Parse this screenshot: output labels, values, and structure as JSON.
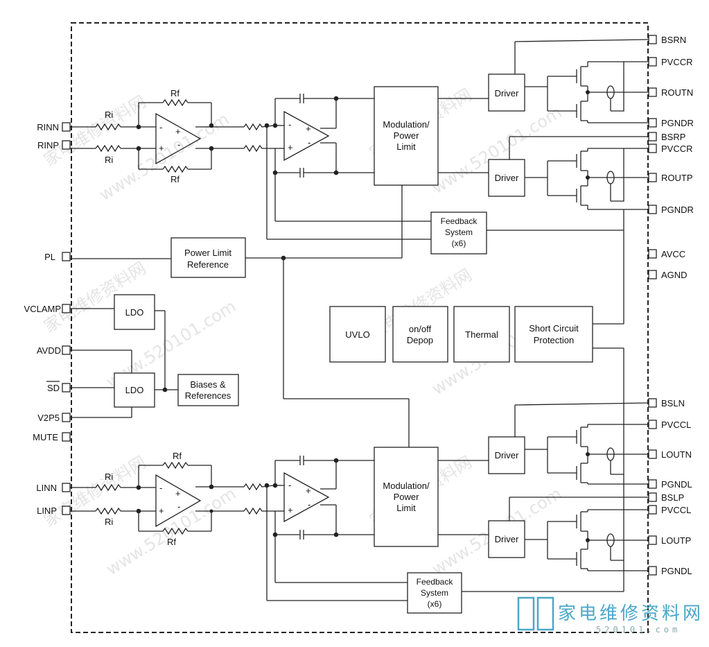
{
  "left_pins": [
    "RINN",
    "RINP",
    "PL",
    "VCLAMP",
    "AVDD",
    "SD",
    "V2P5",
    "MUTE",
    "LINN",
    "LINP"
  ],
  "right_pins": [
    "BSRN",
    "PVCCR",
    "ROUTN",
    "PGNDR",
    "BSRP",
    "PVCCR",
    "ROUTP",
    "PGNDR",
    "AVCC",
    "AGND",
    "BSLN",
    "PVCCL",
    "LOUTN",
    "PGNDL",
    "BSLP",
    "PVCCL",
    "LOUTP",
    "PGNDL"
  ],
  "resistor_labels": {
    "ri": "Ri",
    "rf": "Rf"
  },
  "blocks": {
    "modulation": [
      "Modulation/",
      "Power",
      "Limit"
    ],
    "driver": "Driver",
    "feedback": [
      "Feedback",
      "System",
      "(x6)"
    ],
    "power_limit_ref": [
      "Power Limit",
      "Reference"
    ],
    "ldo": "LDO",
    "biases": [
      "Biases &",
      "References"
    ],
    "uvlo": "UVLO",
    "onoff": [
      "on/off",
      "Depop"
    ],
    "thermal": "Thermal",
    "short_circuit": [
      "Short Circuit",
      "Protection"
    ]
  },
  "opamp_signs": {
    "minus": "-",
    "plus": "+"
  },
  "watermarks": [
    "家电维修资料网",
    "www.520101.com"
  ],
  "logo": {
    "name": "家电维修资料网",
    "url": "520101.com",
    "color": "#4aa7c9"
  }
}
